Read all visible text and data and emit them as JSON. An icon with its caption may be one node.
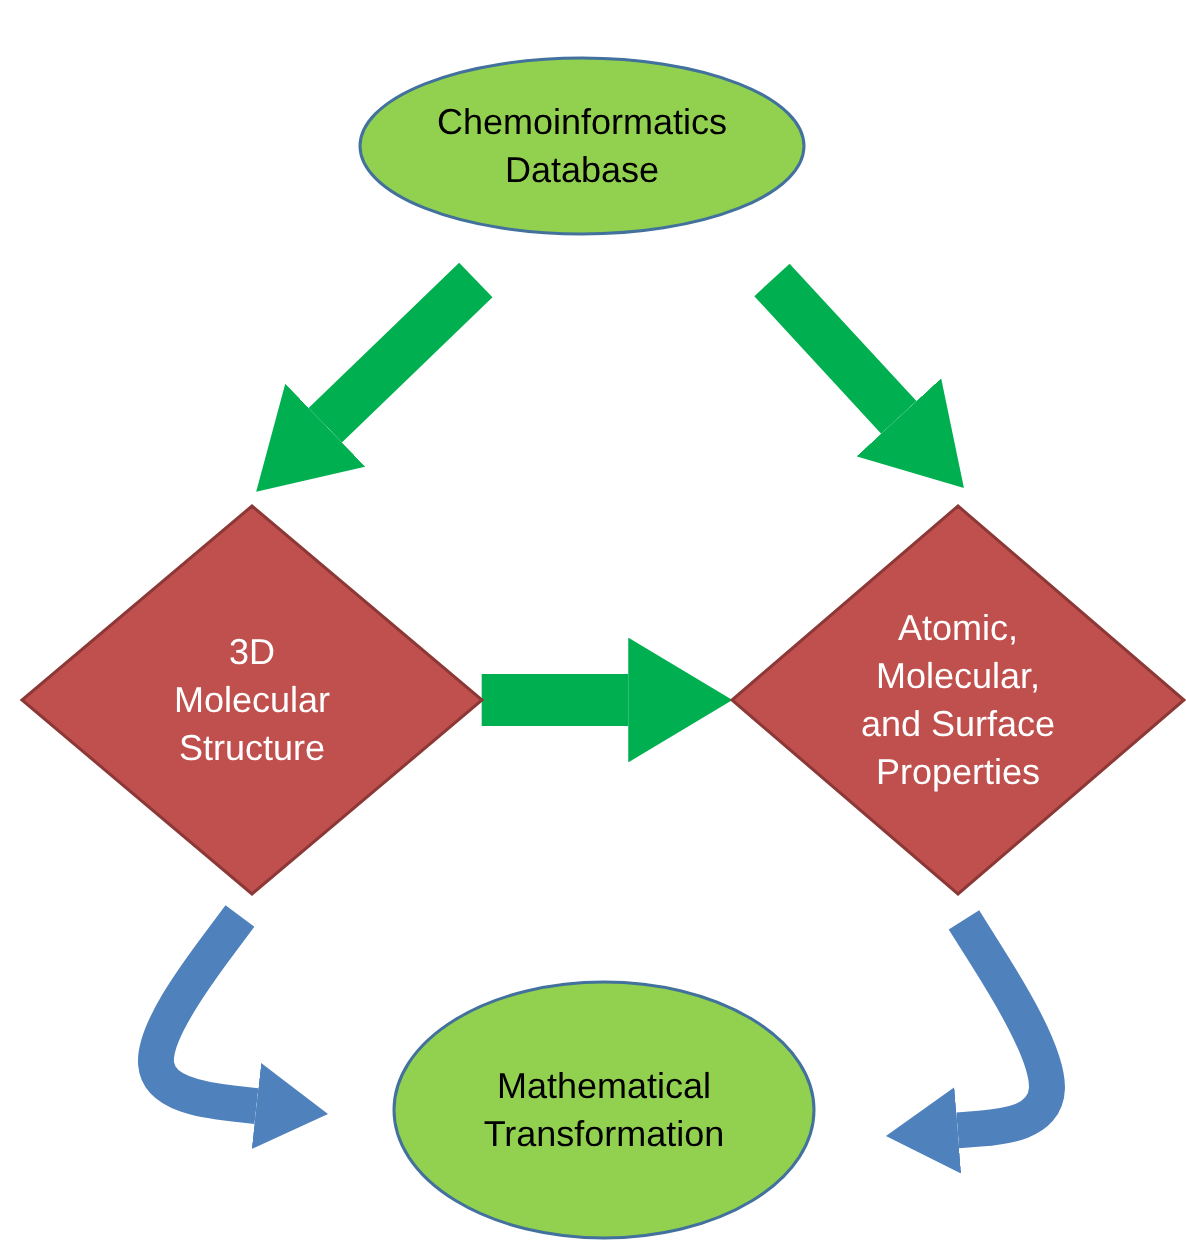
{
  "diagram": {
    "nodes": [
      {
        "text": [
          "Chemoinformatics Database"
        ]
      },
      {
        "text": [
          "3D Molecular Structure"
        ]
      },
      {
        "text": [
          "Atomic, Molecular, and Surface Properties"
        ]
      },
      {
        "text": [
          "Mathematical Transformation"
        ]
      }
    ],
    "edges": [
      {
        "from": 0,
        "to": 1,
        "arrow": "to"
      },
      {
        "from": 0,
        "to": 2,
        "arrow": "to"
      },
      {
        "from": 1,
        "to": 2,
        "arrow": "to"
      },
      {
        "from": 1,
        "to": 3,
        "arrow": "to",
        "color": "#4f81bd"
      },
      {
        "from": 2,
        "to": 3,
        "arrow": "to",
        "color": "#4f81bd"
      }
    ]
  }
}
